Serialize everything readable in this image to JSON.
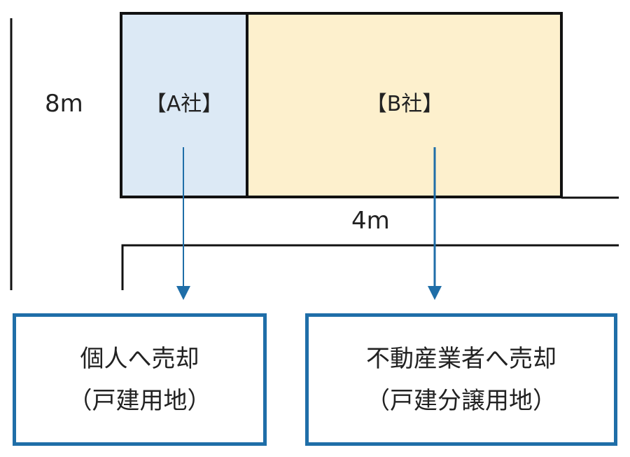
{
  "roads": {
    "west_width": "8m",
    "south_width": "4m"
  },
  "lots": [
    {
      "id": "a",
      "label": "【A社】",
      "fill": "#dce9f5"
    },
    {
      "id": "b",
      "label": "【B社】",
      "fill": "#fdf0cd"
    }
  ],
  "outcomes": [
    {
      "id": "a",
      "line1": "個人へ売却",
      "line2": "（戸建用地）"
    },
    {
      "id": "b",
      "line1": "不動産業者へ売却",
      "line2": "（戸建分譲用地）"
    }
  ],
  "colors": {
    "lot_border": "#111111",
    "road_edge": "#111111",
    "arrow": "#1f6ea8",
    "outcome_border": "#1f6ea8"
  }
}
